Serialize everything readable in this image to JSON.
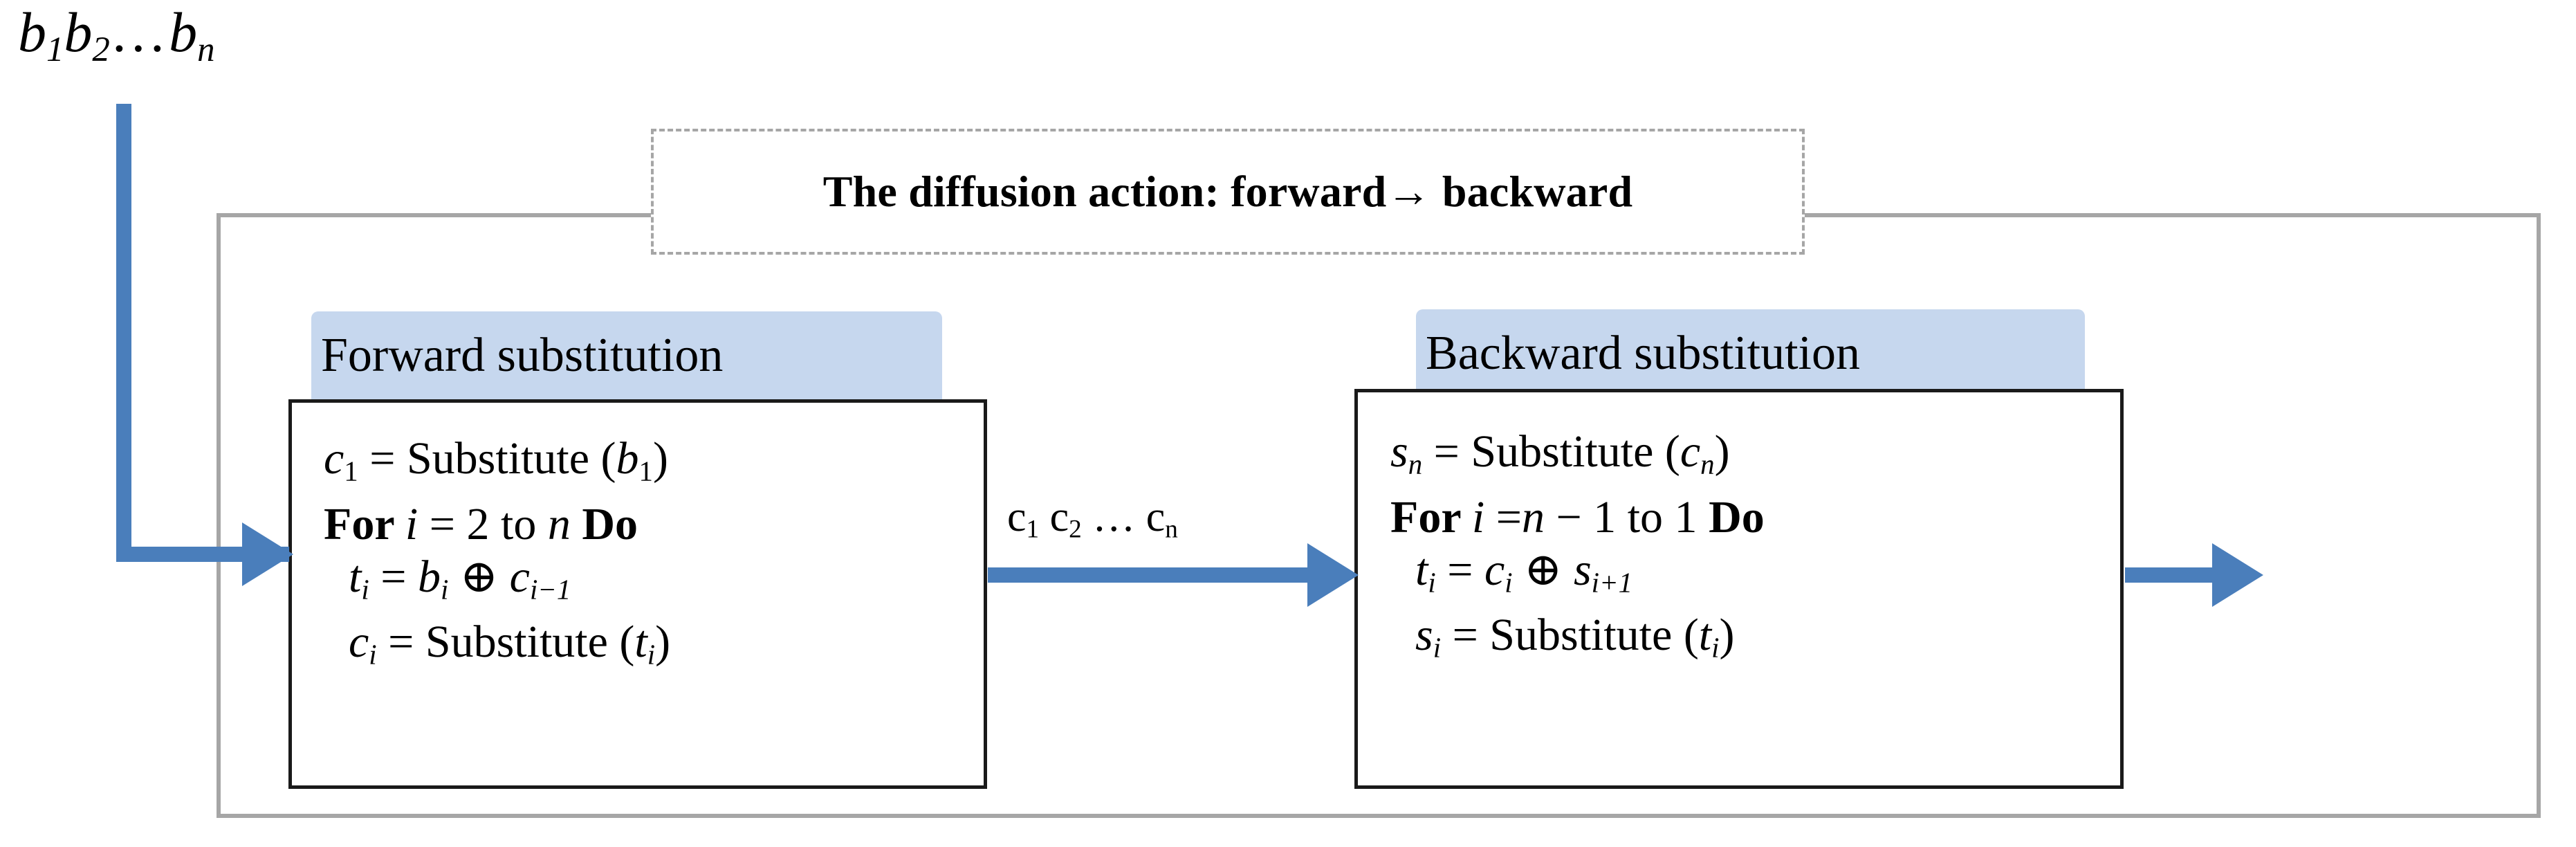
{
  "colors": {
    "arrow_blue": "#4a7ebb",
    "title_band": "#c6d7ee",
    "frame_gray": "#a6a6a6",
    "box_border": "#1a1a1a"
  },
  "input_stream": {
    "name": "input-bitstream-label",
    "base1": "b",
    "sub1": "1",
    "base2": "b",
    "sub2": "2",
    "ellipsis": "…",
    "base3": "b",
    "sub3": "n",
    "plain": "b1b2…bn"
  },
  "banner": {
    "text": "The diffusion action: forward→ backward"
  },
  "forward": {
    "title": "Forward substitution",
    "lines": [
      {
        "segments": [
          {
            "t": "c",
            "style": "it"
          },
          {
            "t": "1",
            "style": "sub"
          },
          {
            "t": " = Substitute (",
            "style": "roman"
          },
          {
            "t": "b",
            "style": "it"
          },
          {
            "t": "1",
            "style": "sub"
          },
          {
            "t": ")",
            "style": "roman"
          }
        ],
        "plain": "c1 = Substitute (b1)",
        "indent": false
      },
      {
        "segments": [
          {
            "t": "For ",
            "style": "bf"
          },
          {
            "t": "i",
            "style": "it"
          },
          {
            "t": " = 2 to ",
            "style": "roman"
          },
          {
            "t": "n",
            "style": "it"
          },
          {
            "t": " Do",
            "style": "bf"
          }
        ],
        "plain": "For i = 2 to n Do",
        "indent": false
      },
      {
        "segments": [
          {
            "t": "t",
            "style": "it"
          },
          {
            "t": "i",
            "style": "sub-it"
          },
          {
            "t": " = ",
            "style": "roman"
          },
          {
            "t": "b",
            "style": "it"
          },
          {
            "t": "i",
            "style": "sub-it"
          },
          {
            "t": " ⊕ ",
            "style": "roman"
          },
          {
            "t": "c",
            "style": "it"
          },
          {
            "t": "i−1",
            "style": "sub-it"
          }
        ],
        "plain": "ti = bi ⊕ ci−1",
        "indent": true
      },
      {
        "segments": [
          {
            "t": "c",
            "style": "it"
          },
          {
            "t": "i",
            "style": "sub-it"
          },
          {
            "t": " = Substitute (",
            "style": "roman"
          },
          {
            "t": "t",
            "style": "it"
          },
          {
            "t": "i",
            "style": "sub-it"
          },
          {
            "t": ")",
            "style": "roman"
          }
        ],
        "plain": "ci = Substitute (ti)",
        "indent": true
      }
    ]
  },
  "backward": {
    "title": "Backward substitution",
    "lines": [
      {
        "segments": [
          {
            "t": "s",
            "style": "it"
          },
          {
            "t": "n",
            "style": "sub-it"
          },
          {
            "t": " = Substitute (",
            "style": "roman"
          },
          {
            "t": "c",
            "style": "it"
          },
          {
            "t": "n",
            "style": "sub-it"
          },
          {
            "t": ")",
            "style": "roman"
          }
        ],
        "plain": "sn = Substitute (cn)",
        "indent": false
      },
      {
        "segments": [
          {
            "t": "For ",
            "style": "bf"
          },
          {
            "t": "i",
            "style": "it"
          },
          {
            "t": " =",
            "style": "roman"
          },
          {
            "t": "n",
            "style": "it"
          },
          {
            "t": " − 1 to 1 ",
            "style": "roman"
          },
          {
            "t": "Do",
            "style": "bf"
          }
        ],
        "plain": "For i =n − 1 to 1 Do",
        "indent": false
      },
      {
        "segments": [
          {
            "t": "t",
            "style": "it"
          },
          {
            "t": "i",
            "style": "sub-it"
          },
          {
            "t": " = ",
            "style": "roman"
          },
          {
            "t": "c",
            "style": "it"
          },
          {
            "t": "i",
            "style": "sub-it"
          },
          {
            "t": " ⊕ ",
            "style": "roman"
          },
          {
            "t": "s",
            "style": "it"
          },
          {
            "t": "i+1",
            "style": "sub-it"
          }
        ],
        "plain": "ti = ci ⊕ si+1",
        "indent": true
      },
      {
        "segments": [
          {
            "t": "s",
            "style": "it"
          },
          {
            "t": "i",
            "style": "sub-it"
          },
          {
            "t": " = Substitute (",
            "style": "roman"
          },
          {
            "t": "t",
            "style": "it"
          },
          {
            "t": "i",
            "style": "sub-it"
          },
          {
            "t": ")",
            "style": "roman"
          }
        ],
        "plain": "si = Substitute (ti)",
        "indent": true
      }
    ]
  },
  "mid_arrow": {
    "label_plain": "c1 c2 … cn",
    "segments": [
      {
        "t": "c",
        "style": "roman"
      },
      {
        "t": "1",
        "style": "sub"
      },
      {
        "t": " c",
        "style": "roman"
      },
      {
        "t": "2",
        "style": "sub"
      },
      {
        "t": " … c",
        "style": "roman"
      },
      {
        "t": "n",
        "style": "sub"
      }
    ]
  }
}
